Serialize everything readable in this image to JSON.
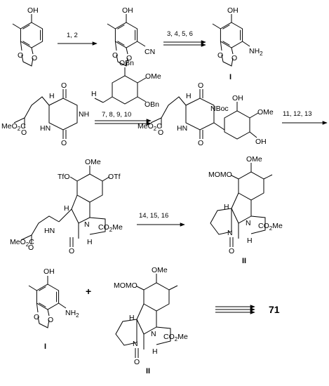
{
  "labels": {
    "oh": "OH",
    "nh": "NH",
    "hn": "HN",
    "cn": "CN",
    "o": "O",
    "n": "N",
    "h": "H",
    "nh2": "NH",
    "two": "2",
    "obn": "OBn",
    "ome": "OMe",
    "meo2c": "MeO",
    "co2me": "CO",
    "co2me_tail": "Me",
    "nboc": "NBoc",
    "tfo": "TfO",
    "otf": "OTf",
    "momo": "MOMO",
    "plus": "+"
  },
  "conditions": {
    "arrow1": "1, 2",
    "arrow2": "3, 4, 5, 6",
    "arrow3": "7, 8, 9, 10",
    "arrow4": "11, 12, 13",
    "arrow5": "14, 15, 16"
  },
  "compounds": {
    "I": "I",
    "II": "II",
    "target": "71"
  }
}
